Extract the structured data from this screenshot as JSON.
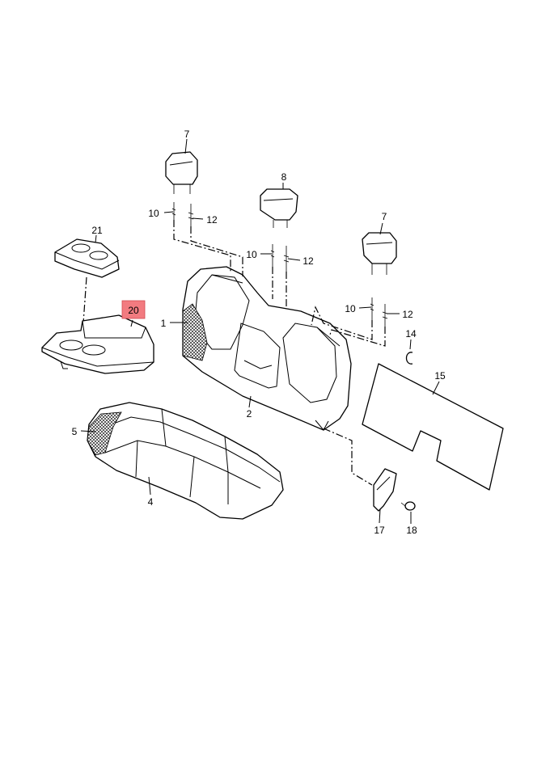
{
  "callouts": {
    "c1": "1",
    "c2": "2",
    "c4": "4",
    "c5": "5",
    "c7a": "7",
    "c7b": "7",
    "c8": "8",
    "c10a": "10",
    "c10b": "10",
    "c10c": "10",
    "c12a": "12",
    "c12b": "12",
    "c12c": "12",
    "c14": "14",
    "c15": "15",
    "c17": "17",
    "c18": "18",
    "c20": "20",
    "c21": "21"
  },
  "highlight": {
    "part": "20",
    "color": "#f27b80"
  }
}
